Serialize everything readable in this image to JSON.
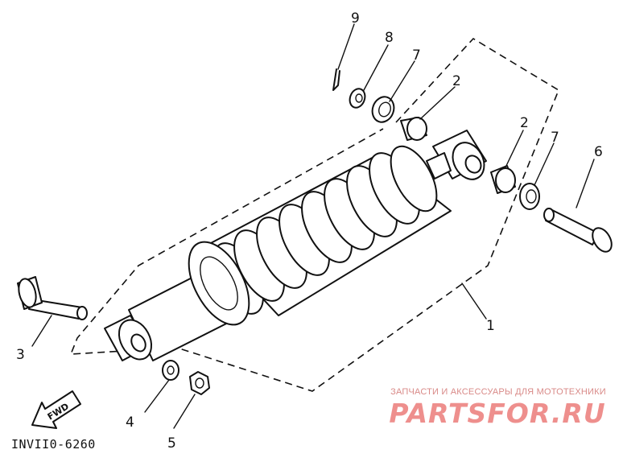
{
  "diagram": {
    "callouts": {
      "shock_absorber": "1",
      "collar_upper": "2",
      "collar_right": "2",
      "bolt": "3",
      "washer_lower": "4",
      "nut": "5",
      "pin": "6",
      "washer_upper": "7",
      "washer_right": "7",
      "plate_washer": "8",
      "cotter_pin": "9"
    },
    "fwd_label": "FWD",
    "drawing_code": "INVII0-6260"
  },
  "watermark": {
    "tagline": "ЗАПЧАСТИ И АКСЕССУАРЫ ДЛЯ МОТОТЕХНИКИ",
    "brand": "PARTSFOR.RU",
    "color": "#ee8f8d"
  }
}
